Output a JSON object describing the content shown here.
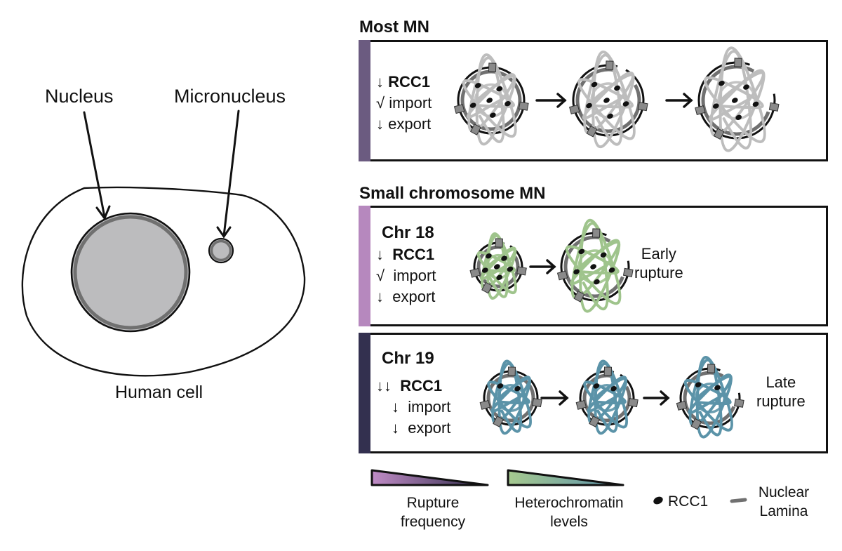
{
  "cell_diagram": {
    "nucleus_label": "Nucleus",
    "micronucleus_label": "Micronucleus",
    "cell_label": "Human cell"
  },
  "panels": [
    {
      "title": "Most MN",
      "bar_color": "#6b5b80",
      "rows": [
        {
          "arrow": "↓",
          "text": "RCC1",
          "bold": true
        },
        {
          "arrow": "√",
          "text": "import",
          "bold": false
        },
        {
          "arrow": "↓",
          "text": "export",
          "bold": false
        }
      ],
      "stages": 3,
      "chromatin_color": "#bdbdbd"
    },
    {
      "group_title": "Small chromosome MN",
      "title": "Chr 18",
      "bar_color": "#b688be",
      "rows": [
        {
          "arrow": "↓",
          "text": "RCC1",
          "bold": true
        },
        {
          "arrow": "√",
          "text": "import",
          "bold": false
        },
        {
          "arrow": "↓",
          "text": "export",
          "bold": false
        }
      ],
      "stages": 2,
      "chromatin_color": "#9fc48c",
      "outcome": [
        "Early",
        "rupture"
      ]
    },
    {
      "title": "Chr 19",
      "bar_color": "#33304f",
      "rows": [
        {
          "arrow": "↓↓",
          "text": "RCC1",
          "bold": true
        },
        {
          "arrow": "↓",
          "text": "import",
          "bold": false
        },
        {
          "arrow": "↓",
          "text": "export",
          "bold": false
        }
      ],
      "stages": 3,
      "chromatin_color": "#5b93a8",
      "outcome": [
        "Late",
        "rupture"
      ]
    }
  ],
  "legend": {
    "rupture": {
      "line1": "Rupture",
      "line2": "frequency",
      "from": "#c08cc6",
      "to": "#2e2b4a"
    },
    "heterochromatin": {
      "line1": "Heterochromatin",
      "line2": "levels",
      "from": "#a6c98f",
      "to": "#5b93ad"
    },
    "rcc1": "RCC1",
    "lamina": {
      "line1": "Nuclear",
      "line2": "Lamina"
    }
  }
}
